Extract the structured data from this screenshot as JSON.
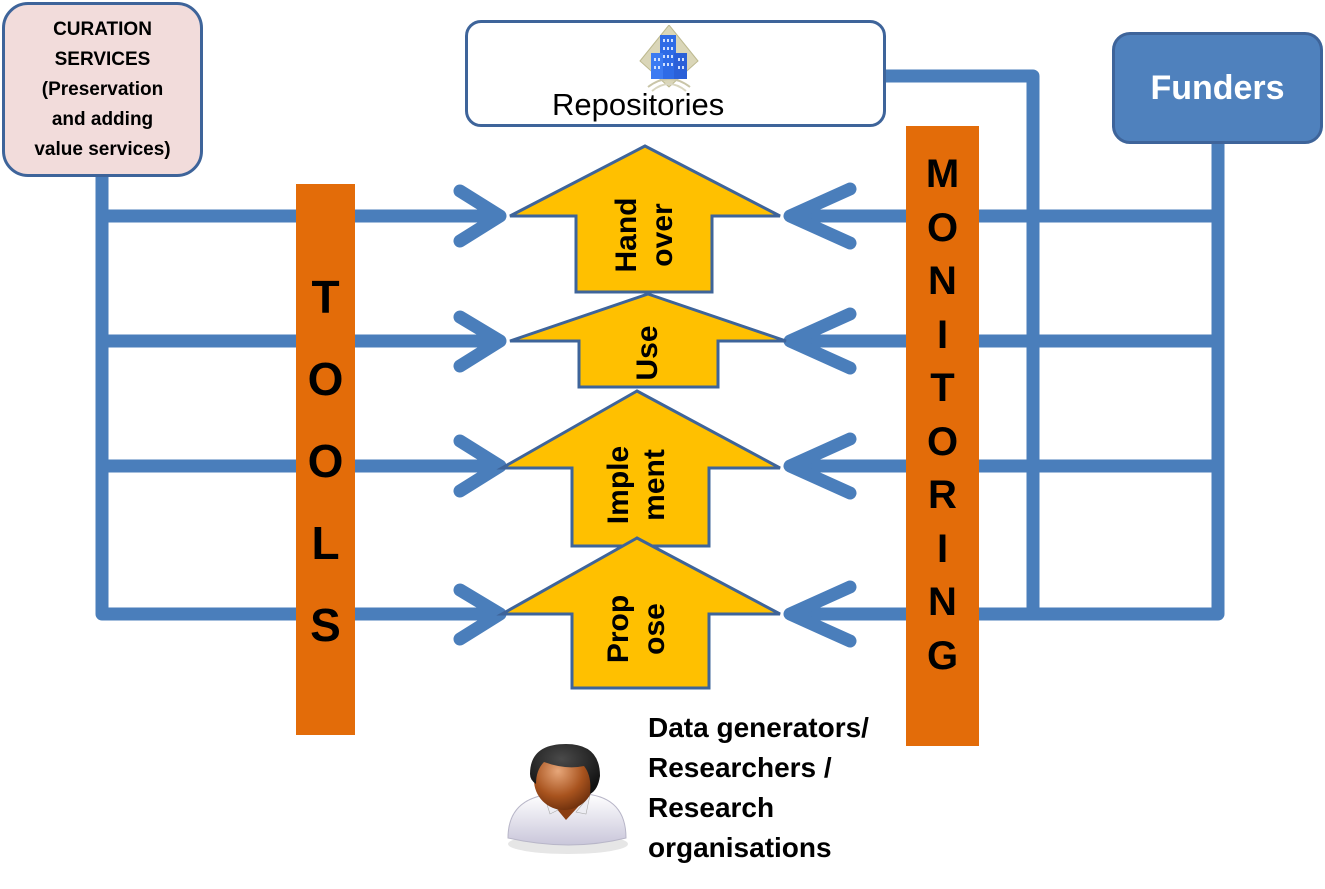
{
  "curation": {
    "lines": [
      "CURATION",
      "SERVICES",
      "(Preservation",
      "and adding",
      "value services)"
    ]
  },
  "repositories": {
    "label": "Repositories",
    "icon": "buildings-icon"
  },
  "funders": {
    "label": "Funders"
  },
  "tools": {
    "letters": [
      "T",
      "O",
      "O",
      "L",
      "S"
    ]
  },
  "monitoring": {
    "letters": [
      "M",
      "O",
      "N",
      "I",
      "T",
      "O",
      "R",
      "I",
      "N",
      "G"
    ]
  },
  "stages": [
    {
      "id": "handover",
      "line1": "Hand",
      "line2": "over"
    },
    {
      "id": "use",
      "line1": "Use",
      "line2": ""
    },
    {
      "id": "implement",
      "line1": "Imple",
      "line2": "ment"
    },
    {
      "id": "propose",
      "line1": "Prop",
      "line2": "ose"
    }
  ],
  "actors": {
    "lines": [
      "Data generators/",
      "Researchers /",
      "Research",
      "organisations"
    ],
    "icon": "person-icon"
  },
  "colors": {
    "connector": "#4A7EBB",
    "outline": "#3E649A",
    "stage_fill": "#FFC000",
    "bar_fill": "#E36C09",
    "funders_fill": "#4F81BD",
    "curation_fill": "#F2DCDB"
  }
}
